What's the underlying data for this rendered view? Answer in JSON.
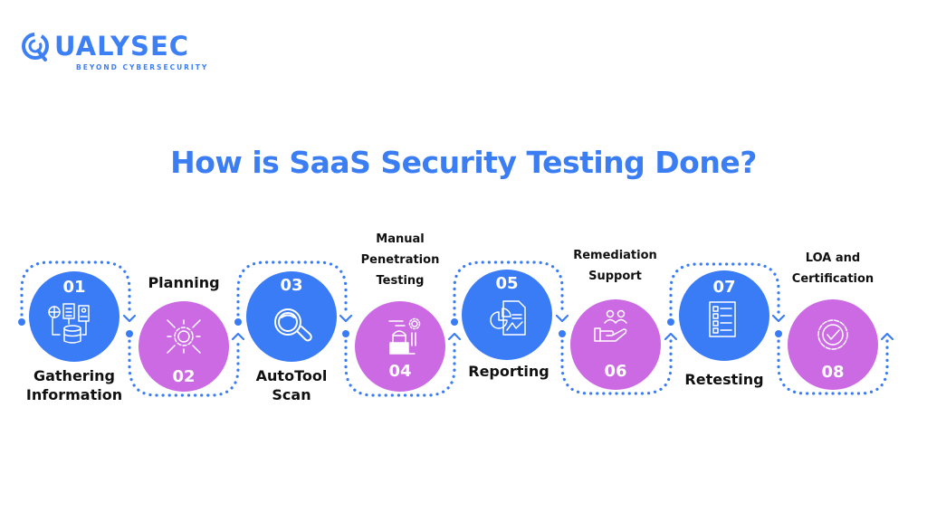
{
  "brand": {
    "name": "QUALYSEC",
    "name_rest": "UALYSEC",
    "tagline": "BEYOND CYBERSECURITY",
    "color": "#3d7ff5"
  },
  "title": "How is SaaS Security Testing Done?",
  "colors": {
    "blue": "#3a7cf5",
    "purple": "#cc6ae4",
    "dots": "#3a7cf5",
    "title": "#3b7ef4",
    "label": "#111111"
  },
  "steps": [
    {
      "number": "01",
      "label_lines": [
        "Gathering",
        "Information"
      ],
      "icon": "data-gathering-icon",
      "color": "blue"
    },
    {
      "number": "02",
      "label_lines": [
        "Planning"
      ],
      "icon": "gear-arrows-icon",
      "color": "purple"
    },
    {
      "number": "03",
      "label_lines": [
        "AutoTool",
        "Scan"
      ],
      "icon": "magnifier-icon",
      "color": "blue"
    },
    {
      "number": "04",
      "label_lines": [
        "Manual",
        "Penetration",
        "Testing"
      ],
      "icon": "hacker-laptop-icon",
      "color": "purple"
    },
    {
      "number": "05",
      "label_lines": [
        "Reporting"
      ],
      "icon": "report-chart-icon",
      "color": "blue"
    },
    {
      "number": "06",
      "label_lines": [
        "Remediation",
        "Support"
      ],
      "icon": "hand-people-icon",
      "color": "purple"
    },
    {
      "number": "07",
      "label_lines": [
        "Retesting"
      ],
      "icon": "checklist-icon",
      "color": "blue"
    },
    {
      "number": "08",
      "label_lines": [
        "LOA and",
        "Certification"
      ],
      "icon": "certificate-badge-icon",
      "color": "purple"
    }
  ]
}
